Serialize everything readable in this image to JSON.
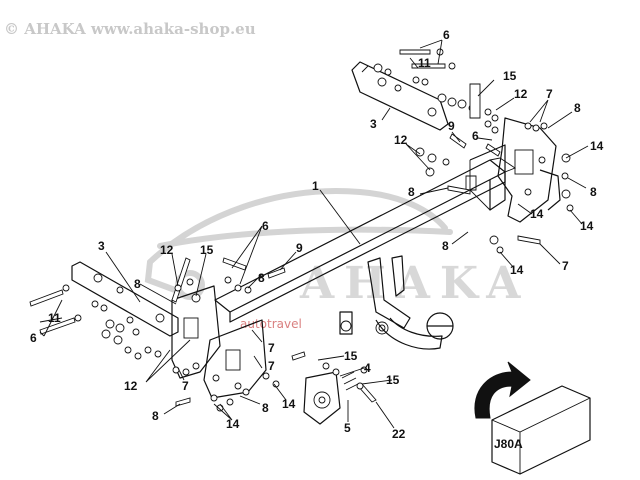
{
  "copyright": "© AHAKA www.ahaka-shop.eu",
  "watermark": {
    "brand": "AHAKA",
    "sub": "autotravel"
  },
  "box_code": "J80A",
  "callouts": [
    {
      "id": "c6a",
      "text": "6"
    },
    {
      "id": "c11a",
      "text": "11"
    },
    {
      "id": "c15a",
      "text": "15"
    },
    {
      "id": "c12a",
      "text": "12"
    },
    {
      "id": "c7a",
      "text": "7"
    },
    {
      "id": "c8a",
      "text": "8"
    },
    {
      "id": "c3a",
      "text": "3"
    },
    {
      "id": "c9a",
      "text": "9"
    },
    {
      "id": "c12b",
      "text": "12"
    },
    {
      "id": "c6b",
      "text": "6"
    },
    {
      "id": "c14a",
      "text": "14"
    },
    {
      "id": "c8b",
      "text": "8"
    },
    {
      "id": "c1",
      "text": "1"
    },
    {
      "id": "c8c",
      "text": "8"
    },
    {
      "id": "c14b",
      "text": "14"
    },
    {
      "id": "c8d",
      "text": "8"
    },
    {
      "id": "c14c",
      "text": "14"
    },
    {
      "id": "c14d",
      "text": "14"
    },
    {
      "id": "c7b",
      "text": "7"
    },
    {
      "id": "c3b",
      "text": "3"
    },
    {
      "id": "c12c",
      "text": "12"
    },
    {
      "id": "c15b",
      "text": "15"
    },
    {
      "id": "c6c",
      "text": "6"
    },
    {
      "id": "c9b",
      "text": "9"
    },
    {
      "id": "c8e",
      "text": "8"
    },
    {
      "id": "c8f",
      "text": "8"
    },
    {
      "id": "c11b",
      "text": "11"
    },
    {
      "id": "c6d",
      "text": "6"
    },
    {
      "id": "c7c",
      "text": "7"
    },
    {
      "id": "c7d",
      "text": "7"
    },
    {
      "id": "c12d",
      "text": "12"
    },
    {
      "id": "c7e",
      "text": "7"
    },
    {
      "id": "c15c",
      "text": "15"
    },
    {
      "id": "c4",
      "text": "4"
    },
    {
      "id": "c15d",
      "text": "15"
    },
    {
      "id": "c8g",
      "text": "8"
    },
    {
      "id": "c14e",
      "text": "14"
    },
    {
      "id": "c8h",
      "text": "8"
    },
    {
      "id": "c14f",
      "text": "14"
    },
    {
      "id": "c5",
      "text": "5"
    },
    {
      "id": "c22",
      "text": "22"
    }
  ]
}
